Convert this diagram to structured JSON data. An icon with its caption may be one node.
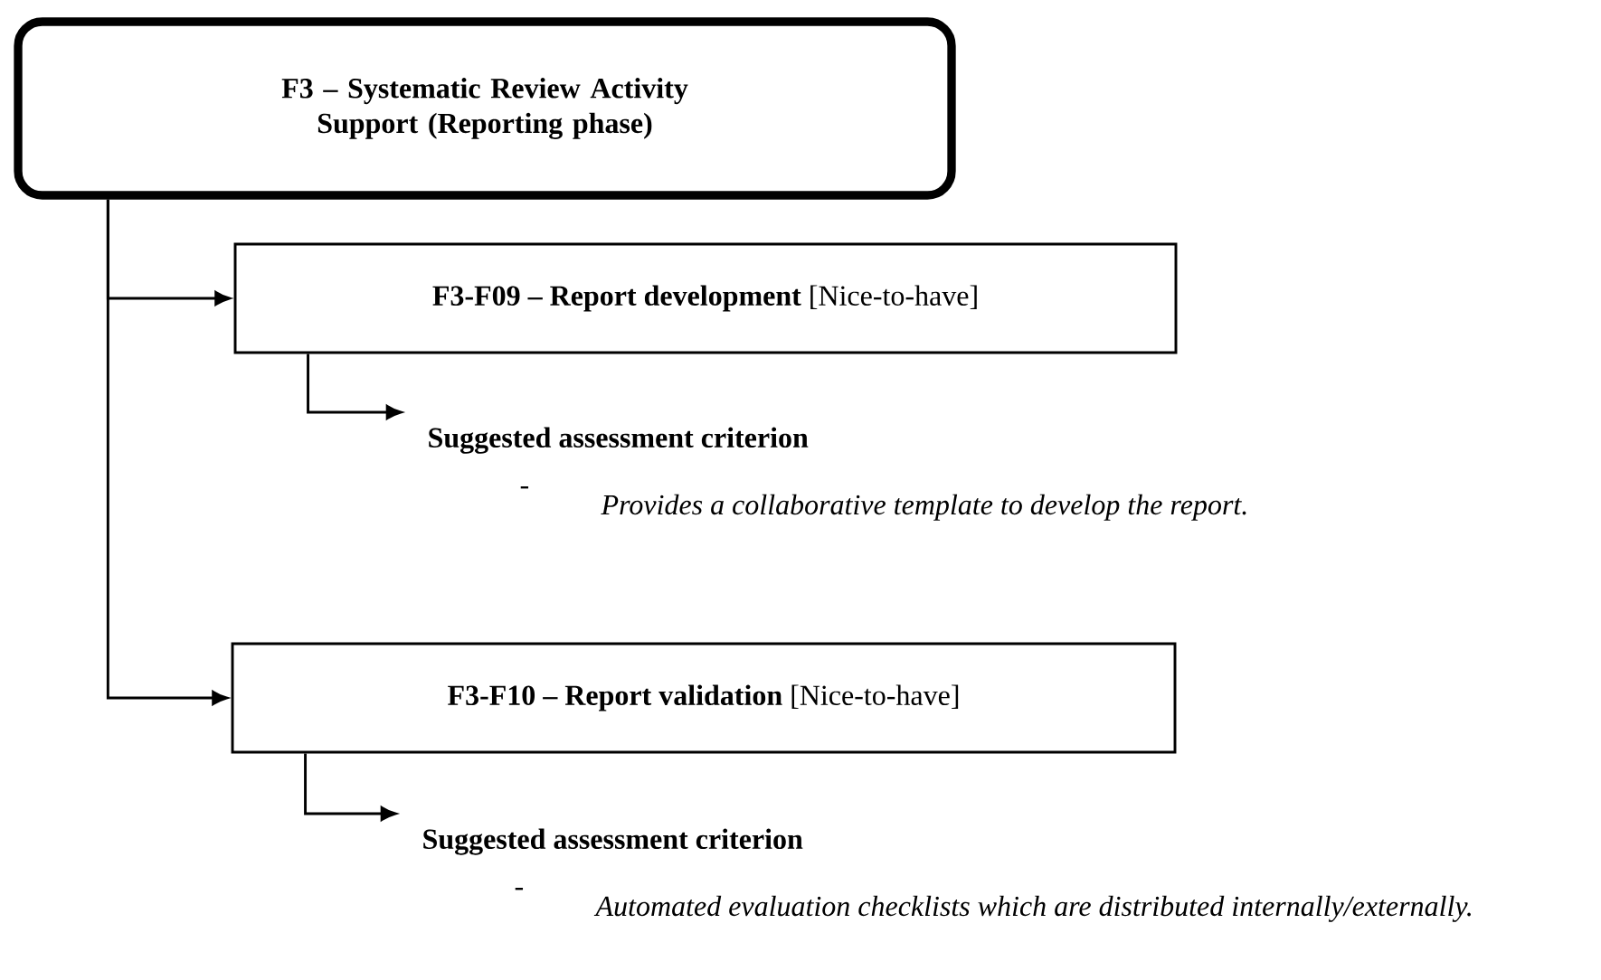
{
  "diagram": {
    "nodes": [
      {
        "text": [
          "F3 – Systematic Review Activity Support (Reporting phase)"
        ]
      },
      {
        "text": [
          "**F3-F09 – Report development** [Nice-to-have]"
        ]
      },
      {
        "text": [
          "Suggested assessment criterion",
          "-",
          "Provides a collaborative template to develop the report."
        ]
      },
      {
        "text": [
          "**F3-F10 – Report validation** [Nice-to-have]"
        ]
      },
      {
        "text": [
          "Suggested assessment criterion",
          "-",
          "Automated evaluation checklists which are distributed internally/externally."
        ]
      }
    ],
    "edges": [
      {
        "from": 0,
        "to": 1,
        "arrow": "to"
      },
      {
        "from": 1,
        "to": 2,
        "arrow": "to"
      },
      {
        "from": 0,
        "to": 3,
        "arrow": "to"
      },
      {
        "from": 3,
        "to": 4,
        "arrow": "to"
      }
    ]
  }
}
